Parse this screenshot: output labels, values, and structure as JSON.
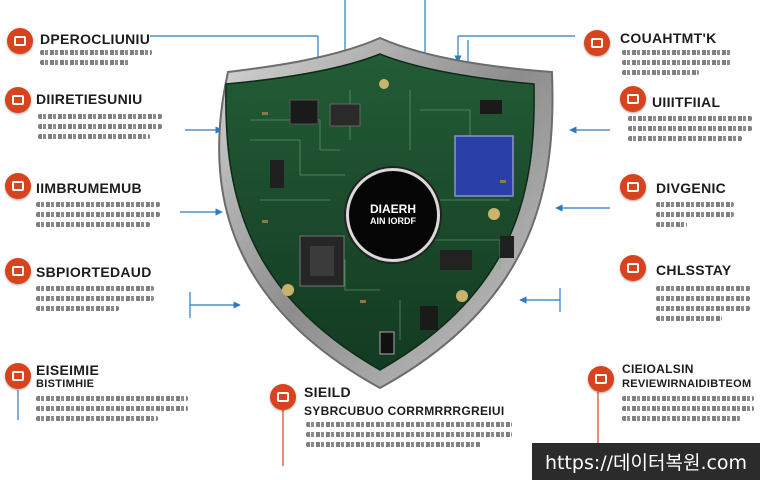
{
  "watermark": "https://데이터복원.com",
  "shield": {
    "label_line1": "DIAERH",
    "label_line2": "AIN IORDF"
  },
  "callouts": {
    "top_left": {
      "title": "DPEROCLIUNIU"
    },
    "left_2": {
      "title": "DIIRETIESUNIU"
    },
    "left_3": {
      "title": "IIMBRUMEMUB"
    },
    "left_4": {
      "title": "SBPIORTEDAUD"
    },
    "bottom_left": {
      "title": "EISEIMIE",
      "subtitle": "BISTIMHIE"
    },
    "bottom_center": {
      "title": "SIEILD",
      "subtitle": "SYBRCUBUO CORRMRRRGREIUI"
    },
    "top_right": {
      "title": "COUAHTMT'K"
    },
    "right_2": {
      "title": "UIIITFIIAL"
    },
    "right_3": {
      "title": "DIVGENIC"
    },
    "right_4": {
      "title": "CHLSSTAY"
    },
    "bottom_right": {
      "title": "CIEIOALSIN",
      "subtitle": "REVIEWIRNAIDIBTEOM"
    }
  },
  "colors": {
    "badge": "#d8431e",
    "connector": "#2a7ac4",
    "shield_metal": "#9a9a9a",
    "pcb": "#1d4d2e",
    "blue_chip": "#2a3fa8"
  },
  "icons": {
    "badge": "alert-icon",
    "hub": "lock-icon"
  }
}
